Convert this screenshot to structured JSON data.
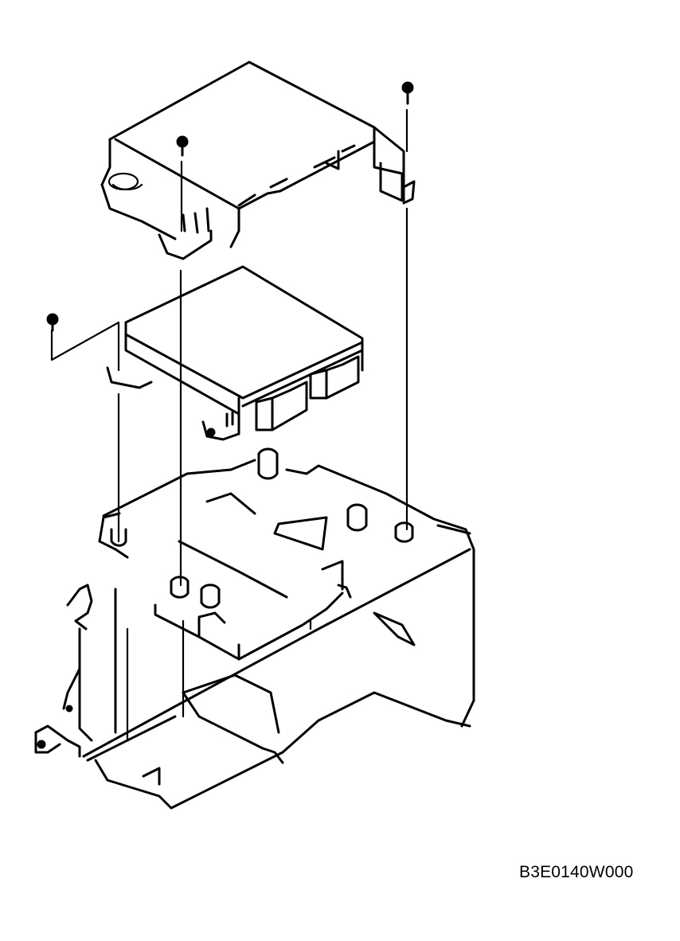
{
  "diagram": {
    "type": "exploded-parts-view",
    "parts": [
      {
        "id": "upper-cover-bracket",
        "desc": "upper cover / bracket with bent tabs"
      },
      {
        "id": "control-module",
        "desc": "electronic control module with two connector sockets"
      },
      {
        "id": "mounting-bracket",
        "desc": "lower mounting bracket / tray"
      },
      {
        "id": "bolt-1",
        "desc": "screw, left"
      },
      {
        "id": "bolt-2",
        "desc": "screw, center"
      },
      {
        "id": "bolt-3",
        "desc": "screw, right"
      }
    ],
    "reference_code": "B3E0140W000",
    "colors": {
      "line": "#000000",
      "background": "#ffffff"
    }
  }
}
